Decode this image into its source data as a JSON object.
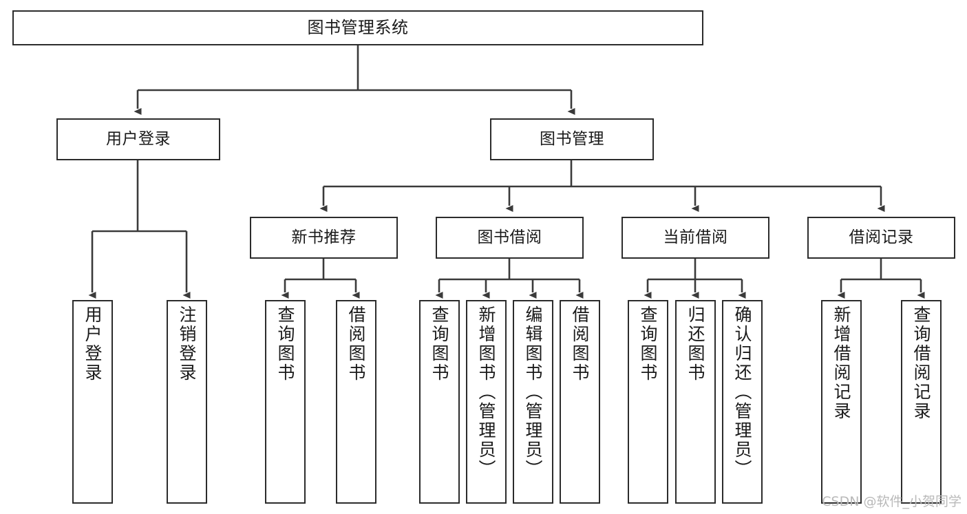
{
  "diagram": {
    "type": "tree-hierarchy",
    "title": "图书管理系统",
    "watermark": "CSDN @软件_小贺同学",
    "colors": {
      "box_border": "#2b2b2b",
      "box_fill": "#ffffff",
      "edge": "#3a3a3a",
      "text": "#1a1a1a",
      "watermark": "#b9b9b9",
      "background": "#ffffff"
    },
    "nodes": {
      "root": {
        "label": "图书管理系统",
        "orientation": "horizontal",
        "level": 0
      },
      "user_login": {
        "label": "用户登录",
        "orientation": "horizontal",
        "level": 1
      },
      "book_manage": {
        "label": "图书管理",
        "orientation": "horizontal",
        "level": 1
      },
      "new_book_rec": {
        "label": "新书推荐",
        "orientation": "horizontal",
        "level": 2
      },
      "book_borrow": {
        "label": "图书借阅",
        "orientation": "horizontal",
        "level": 2
      },
      "current_borrow": {
        "label": "当前借阅",
        "orientation": "horizontal",
        "level": 2
      },
      "borrow_record": {
        "label": "借阅记录",
        "orientation": "horizontal",
        "level": 2
      },
      "leaf_user_login": {
        "label": "用户登录",
        "orientation": "vertical",
        "level": 3
      },
      "leaf_user_logout": {
        "label": "注销登录",
        "orientation": "vertical",
        "level": 3
      },
      "leaf_query_book_1": {
        "label": "查询图书",
        "orientation": "vertical",
        "level": 3
      },
      "leaf_borrow_book_1": {
        "label": "借阅图书",
        "orientation": "vertical",
        "level": 3
      },
      "leaf_query_book_2": {
        "label": "查询图书",
        "orientation": "vertical",
        "level": 3
      },
      "leaf_add_book": {
        "label": "新增图书（管理员）",
        "orientation": "vertical",
        "level": 3
      },
      "leaf_edit_book": {
        "label": "编辑图书（管理员）",
        "orientation": "vertical",
        "level": 3
      },
      "leaf_borrow_book_2": {
        "label": "借阅图书",
        "orientation": "vertical",
        "level": 3
      },
      "leaf_query_book_3": {
        "label": "查询图书",
        "orientation": "vertical",
        "level": 3
      },
      "leaf_return_book": {
        "label": "归还图书",
        "orientation": "vertical",
        "level": 3
      },
      "leaf_confirm_return": {
        "label": "确认归还（管理员）",
        "orientation": "vertical",
        "level": 3
      },
      "leaf_add_record": {
        "label": "新增借阅记录",
        "orientation": "vertical",
        "level": 3
      },
      "leaf_query_record": {
        "label": "查询借阅记录",
        "orientation": "vertical",
        "level": 3
      }
    },
    "edges": [
      {
        "from": "root",
        "to": "user_login"
      },
      {
        "from": "root",
        "to": "book_manage"
      },
      {
        "from": "book_manage",
        "to": "new_book_rec"
      },
      {
        "from": "book_manage",
        "to": "book_borrow"
      },
      {
        "from": "book_manage",
        "to": "current_borrow"
      },
      {
        "from": "book_manage",
        "to": "borrow_record"
      },
      {
        "from": "user_login",
        "to": "leaf_user_login"
      },
      {
        "from": "user_login",
        "to": "leaf_user_logout"
      },
      {
        "from": "new_book_rec",
        "to": "leaf_query_book_1"
      },
      {
        "from": "new_book_rec",
        "to": "leaf_borrow_book_1"
      },
      {
        "from": "book_borrow",
        "to": "leaf_query_book_2"
      },
      {
        "from": "book_borrow",
        "to": "leaf_add_book"
      },
      {
        "from": "book_borrow",
        "to": "leaf_edit_book"
      },
      {
        "from": "book_borrow",
        "to": "leaf_borrow_book_2"
      },
      {
        "from": "current_borrow",
        "to": "leaf_query_book_3"
      },
      {
        "from": "current_borrow",
        "to": "leaf_return_book"
      },
      {
        "from": "current_borrow",
        "to": "leaf_confirm_return"
      },
      {
        "from": "borrow_record",
        "to": "leaf_add_record"
      },
      {
        "from": "borrow_record",
        "to": "leaf_query_record"
      }
    ]
  }
}
